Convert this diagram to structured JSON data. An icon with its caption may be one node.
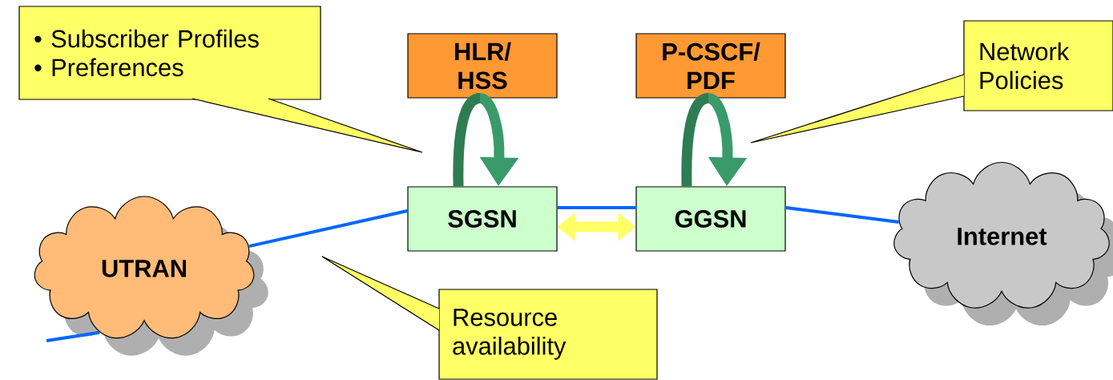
{
  "diagram": {
    "nodes": [
      {
        "text": [
          "• Subscriber Profiles",
          "• Preferences"
        ]
      },
      {
        "text": [
          "HLR/ HSS"
        ]
      },
      {
        "text": [
          "P-CSCF/ PDF"
        ]
      },
      {
        "text": [
          "Network Policies"
        ]
      },
      {
        "text": [
          "SGSN"
        ]
      },
      {
        "text": [
          "GGSN"
        ]
      },
      {
        "text": [
          "Internet"
        ]
      },
      {
        "text": [
          "UTRAN"
        ]
      },
      {
        "text": [
          "Resource availability"
        ]
      }
    ],
    "edges": [
      {
        "from": 4,
        "to": 1,
        "arrow": "none",
        "color": "#2e7d52"
      },
      {
        "from": 1,
        "to": 4,
        "arrow": "to",
        "color": "#3a9a6a"
      },
      {
        "from": 5,
        "to": 2,
        "arrow": "none",
        "color": "#2e7d52"
      },
      {
        "from": 2,
        "to": 5,
        "arrow": "to",
        "color": "#3a9a6a"
      },
      {
        "from": 4,
        "to": 5,
        "arrow": "both",
        "color": "#ffff66"
      },
      {
        "from": null,
        "to": 7,
        "arrow": "none",
        "color": "#0066ff"
      },
      {
        "from": 7,
        "to": 4,
        "arrow": "none",
        "color": "#0066ff"
      },
      {
        "from": 4,
        "to": 5,
        "arrow": "none",
        "color": "#0066ff"
      },
      {
        "from": 5,
        "to": 6,
        "arrow": "none",
        "color": "#0066ff"
      }
    ]
  }
}
